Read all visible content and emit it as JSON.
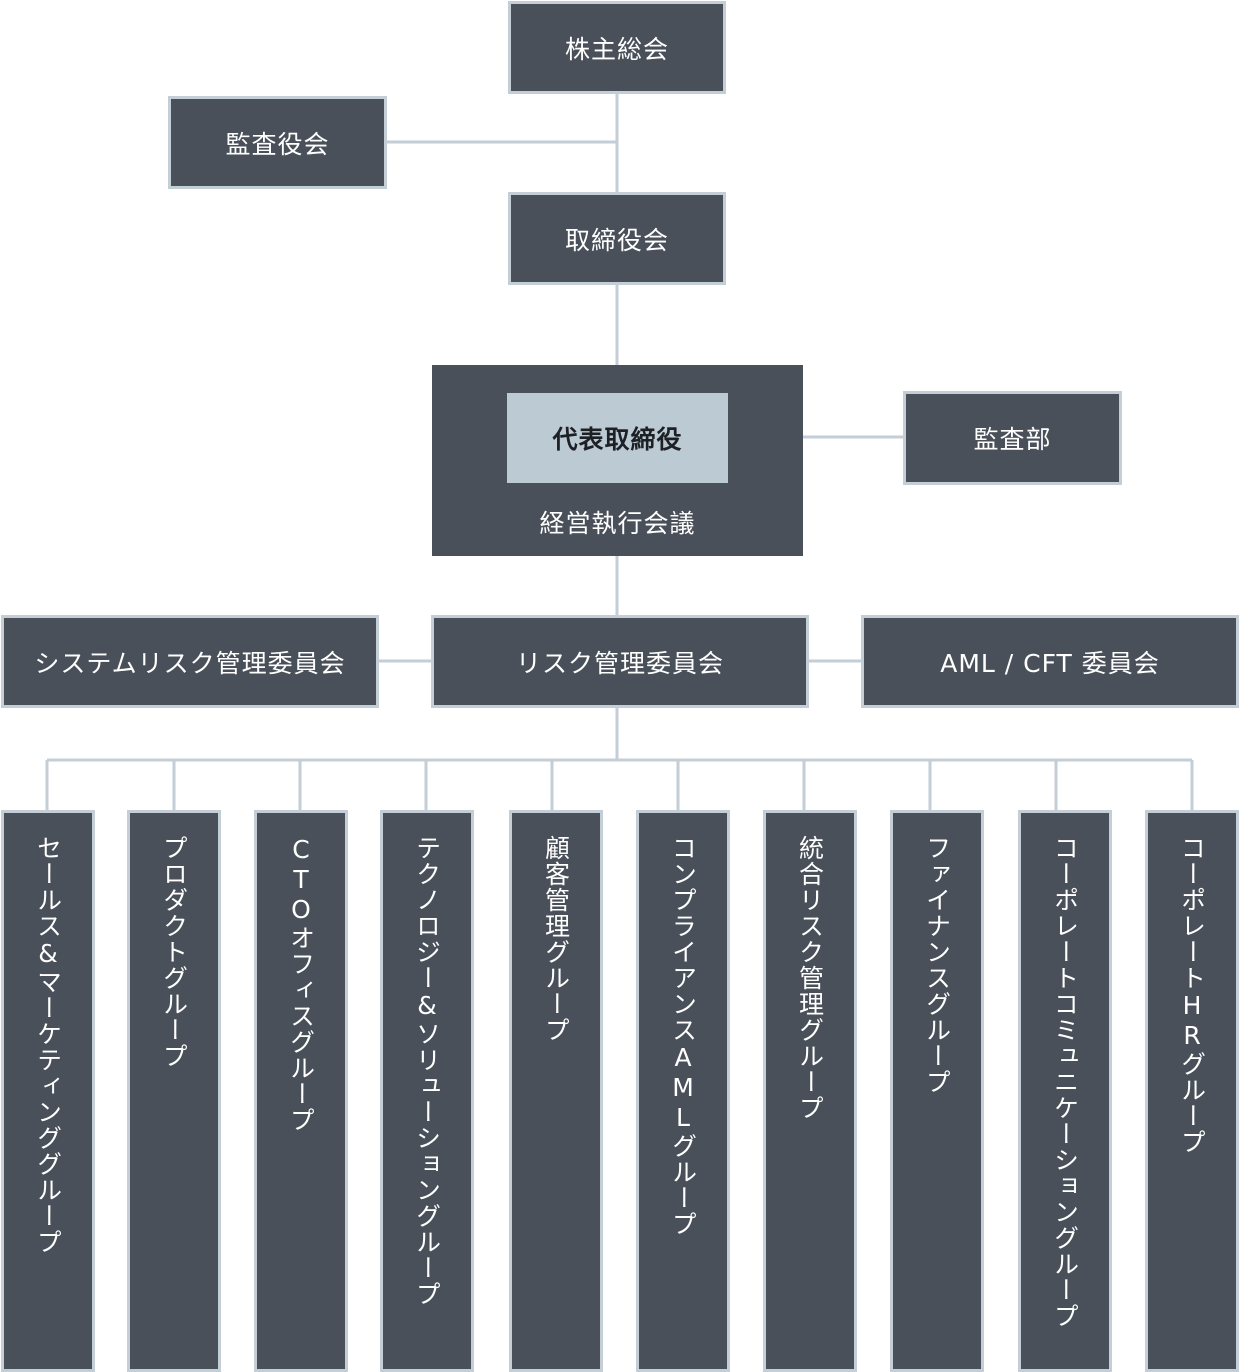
{
  "org": {
    "shareholders": "株主総会",
    "auditors_board": "監査役会",
    "board": "取締役会",
    "ceo": "代表取締役",
    "exec_meeting": "経営執行会議",
    "audit_dept": "監査部",
    "system_risk": "システムリスク管理委員会",
    "risk_committee": "リスク管理委員会",
    "aml_cft": "AML / CFT 委員会",
    "groups": [
      "セールス&マーケティンググループ",
      "プロダクトグループ",
      "CTOオフィスグループ",
      "テクノロジー&ソリューショングループ",
      "顧客管理グループ",
      "コンプライアンスAMLグループ",
      "統合リスク管理グループ",
      "ファイナンスグループ",
      "コーポレートコミュニケーショングループ",
      "コーポレートHRグループ"
    ]
  },
  "colors": {
    "box": "#495059",
    "border": "#c4ced6",
    "ceo_box": "#bccad3",
    "line": "#c4ced6"
  }
}
